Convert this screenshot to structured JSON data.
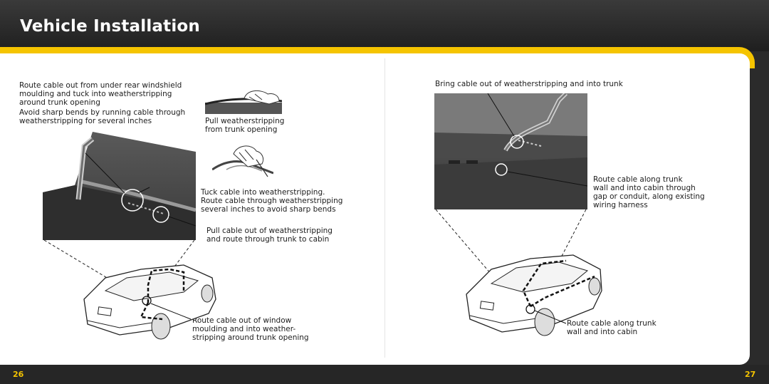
{
  "header": {
    "title": "Vehicle Installation"
  },
  "left_page": {
    "intro_1": "Route cable out from under rear windshield\nmoulding and tuck into weatherstripping\naround trunk opening",
    "intro_2": "Avoid sharp bends by running cable through\nweatherstripping for several inches",
    "callout_pull": "Pull weatherstripping\nfrom trunk opening",
    "callout_tuck": "Tuck cable into weatherstripping.\nRoute cable through weatherstripping\nseveral inches to avoid sharp bends",
    "callout_route_trunk": "Pull cable out of weatherstripping\nand route through trunk to cabin",
    "callout_window": "Route cable out of window\nmoulding and into weather-\nstripping around trunk opening",
    "page_number": "26"
  },
  "right_page": {
    "intro": "Bring cable out of weatherstripping and into trunk",
    "callout_trunk_wall": "Route cable along trunk\nwall and into cabin through\ngap or conduit, along existing\nwiring harness",
    "callout_car": "Route cable along trunk\nwall and into cabin",
    "page_number": "27"
  },
  "colors": {
    "accent": "#f5c400",
    "header_bg": "#2b2b2b",
    "panel": "#ffffff"
  }
}
